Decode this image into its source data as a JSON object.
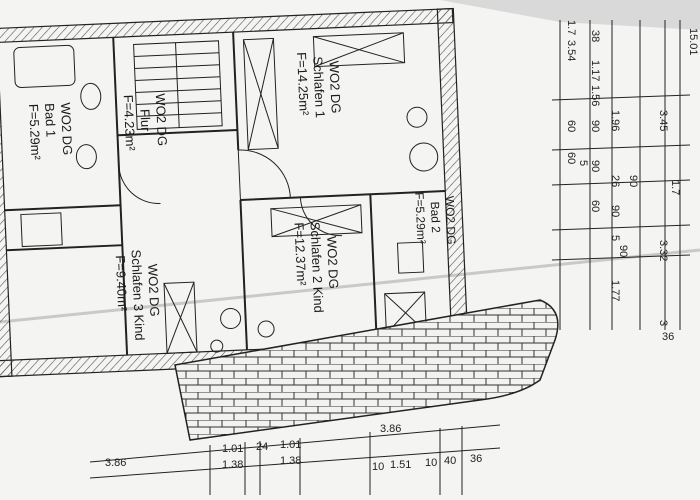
{
  "rooms": {
    "bad1": {
      "unit": "WO2 DG",
      "name": "Bad 1",
      "area": "F=5.29m²"
    },
    "flur": {
      "unit": "WO2 DG",
      "name": "Flur",
      "area": "F=4.23m²"
    },
    "schlafen1": {
      "unit": "WO2 DG",
      "name": "Schlafen 1",
      "area": "F=14.25m²"
    },
    "bad2": {
      "unit": "WO2 DG",
      "name": "Bad 2",
      "area": "F=5.29m²"
    },
    "schlafen2": {
      "unit": "WO2 DG",
      "name": "Schlafen 2 Kind",
      "area": "F=12.37m²"
    },
    "schlafen3": {
      "unit": "WO2 DG",
      "name": "Schlafen 3 Kind",
      "area": "F=9.40m²"
    }
  },
  "dimensions": {
    "top_right": [
      "15.01",
      "1.7",
      "3.54",
      "38",
      "1.17",
      "1.56",
      "60",
      "90",
      "1.96",
      "3.45",
      "60",
      "5",
      "90",
      "26",
      "90",
      "1.7",
      "60",
      "90",
      "5",
      "90",
      "3.32",
      "1.77",
      "3"
    ],
    "bottom": [
      "3.86",
      "1.01",
      "24",
      "1.01",
      "3.86",
      "1.38",
      "1.38",
      "10",
      "1.51",
      "10",
      "40",
      "36",
      "36"
    ]
  },
  "colors": {
    "paper": "#f4f4f2",
    "ink": "#1b1b1b",
    "hatch": "#555555",
    "shadow": "#bdbdbd"
  }
}
